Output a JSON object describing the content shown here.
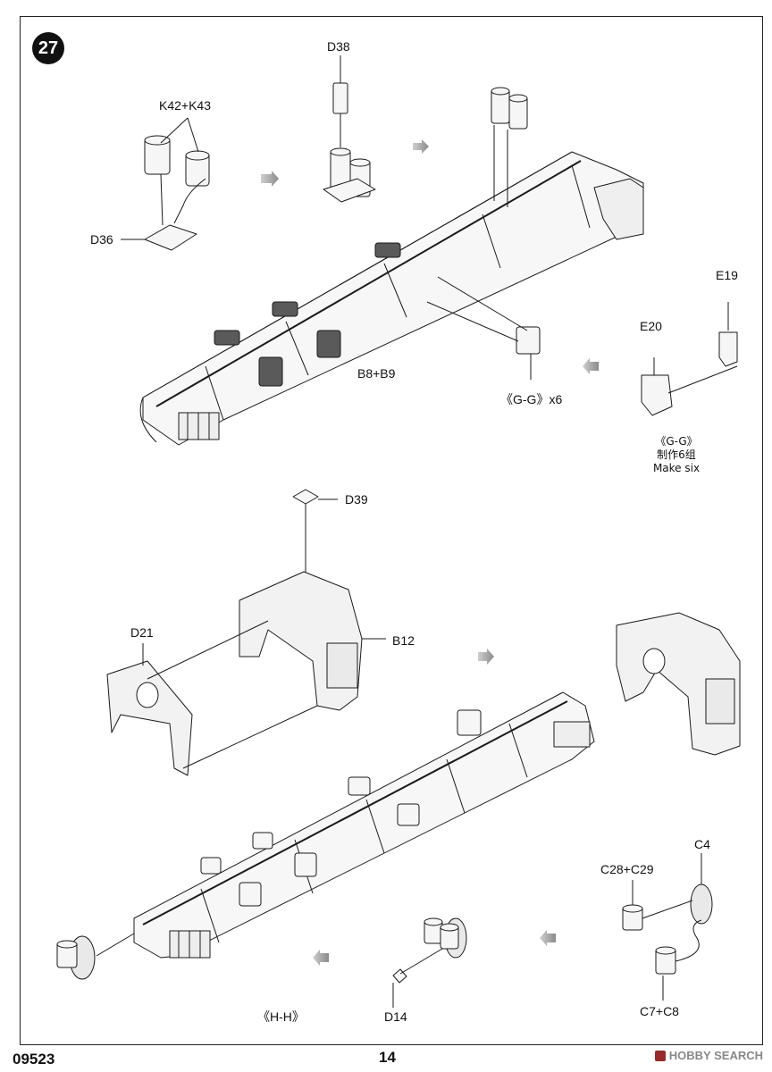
{
  "step": {
    "number": "27"
  },
  "labels": {
    "k42_k43": "K42+K43",
    "d38": "D38",
    "d36": "D36",
    "b8_b9": "B8+B9",
    "gg_x6": "《G-G》x6",
    "e19": "E19",
    "e20": "E20",
    "gg_title": "《G-G》",
    "gg_cn": "制作6组",
    "gg_en": "Make six",
    "d39": "D39",
    "d21": "D21",
    "b12": "B12",
    "c4": "C4",
    "c28_c29": "C28+C29",
    "c7_c8": "C7+C8",
    "hh": "《H-H》",
    "d14": "D14"
  },
  "footer": {
    "code": "09523",
    "page": "14",
    "watermark": "HOBBY SEARCH"
  },
  "colors": {
    "line": "#1a1a1a",
    "part_fill": "#f4f4f4",
    "dark_part": "#555555",
    "arrow": "#9a9a9a"
  }
}
